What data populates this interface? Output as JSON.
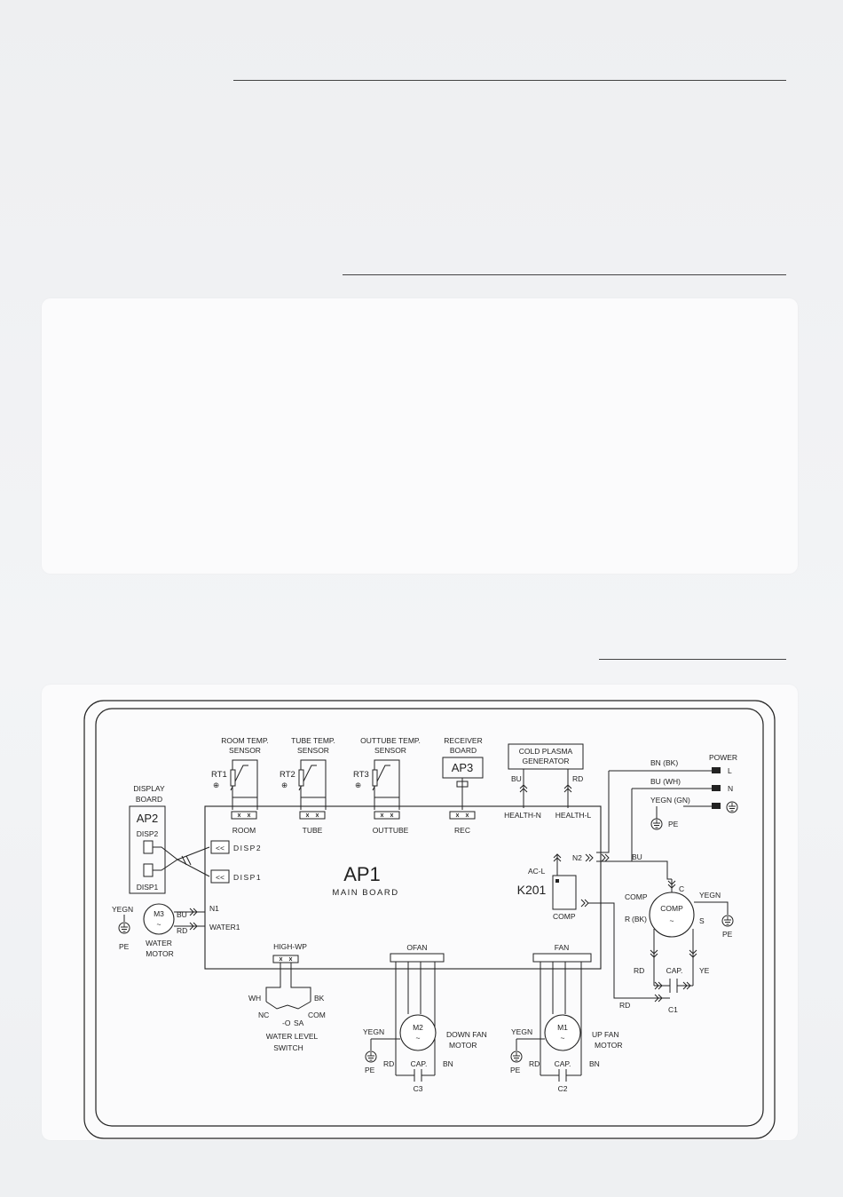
{
  "diagram": {
    "main_board": {
      "name": "AP1",
      "subtitle": "MAIN BOARD",
      "relay": "K201"
    },
    "display_board": {
      "label1": "DISPLAY",
      "label2": "BOARD",
      "name": "AP2",
      "port_top": "DISP2",
      "port_bottom": "DISP1"
    },
    "display_ports": {
      "disp2": "DISP2",
      "disp1": "DISP1"
    },
    "sensors": [
      {
        "line1": "ROOM TEMP.",
        "line2": "SENSOR",
        "id": "RT1",
        "port": "ROOM"
      },
      {
        "line1": "TUBE TEMP.",
        "line2": "SENSOR",
        "id": "RT2",
        "port": "TUBE"
      },
      {
        "line1": "OUTTUBE TEMP.",
        "line2": "SENSOR",
        "id": "RT3",
        "port": "OUTTUBE"
      }
    ],
    "receiver": {
      "line1": "RECEIVER",
      "line2": "BOARD",
      "id": "AP3",
      "port": "REC"
    },
    "plasma": {
      "line1": "COLD PLASMA",
      "line2": "GENERATOR",
      "wire_left": "BU",
      "wire_right": "RD",
      "port_left": "HEALTH-N",
      "port_right": "HEALTH-L"
    },
    "power": {
      "title": "POWER",
      "l": "L",
      "n": "N",
      "wire_l": "BN (BK)",
      "wire_n": "BU (WH)",
      "wire_pe": "YEGN (GN)",
      "pe": "PE"
    },
    "ac": {
      "acl": "AC-L",
      "n2": "N2",
      "bu": "BU",
      "comp": "COMP"
    },
    "compressor": {
      "name": "COMP",
      "c": "C",
      "r": "R",
      "s": "S",
      "comp_label": "COMP",
      "r_wire": "(BK)",
      "yegn": "YEGN",
      "pe": "PE",
      "rd": "RD",
      "ye": "YE",
      "cap": "CAP.",
      "c1": "C1",
      "rd2": "RD"
    },
    "water_motor": {
      "id": "M3",
      "line1": "WATER",
      "line2": "MOTOR",
      "yegn": "YEGN",
      "pe": "PE",
      "bu": "BU",
      "rd": "RD",
      "n1": "N1",
      "port": "WATER1"
    },
    "water_switch": {
      "port": "HIGH-WP",
      "wh": "WH",
      "bk": "BK",
      "nc": "NC",
      "com": "COM",
      "sa": "SA",
      "line1": "WATER LEVEL",
      "line2": "SWITCH"
    },
    "down_fan": {
      "port": "OFAN",
      "id": "M2",
      "line1": "DOWN FAN",
      "line2": "MOTOR",
      "yegn": "YEGN",
      "pe": "PE",
      "rd": "RD",
      "bn": "BN",
      "cap": "CAP.",
      "c": "C3"
    },
    "up_fan": {
      "port": "FAN",
      "id": "M1",
      "line1": "UP FAN",
      "line2": "MOTOR",
      "yegn": "YEGN",
      "pe": "PE",
      "rd": "RD",
      "bn": "BN",
      "cap": "CAP.",
      "c": "C2"
    }
  }
}
